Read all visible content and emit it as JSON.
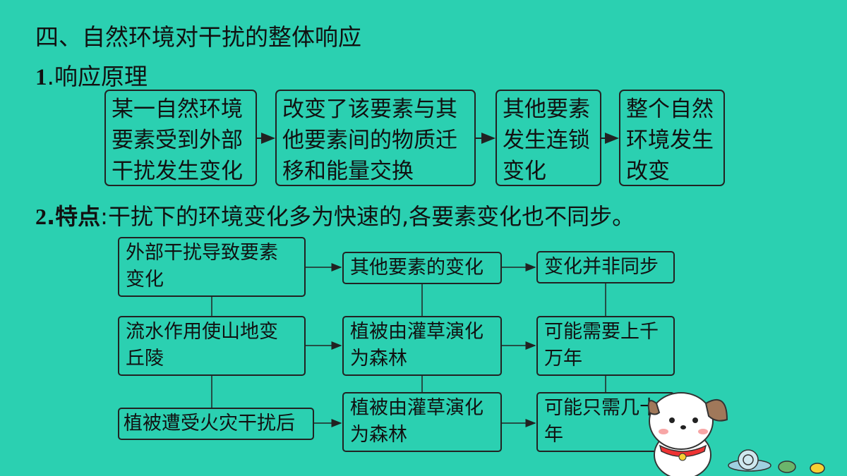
{
  "title": "四、自然环境对干扰的整体响应",
  "section1": {
    "num": "1",
    "label": ".响应原理"
  },
  "chain": [
    {
      "lines": [
        "某一自然环境",
        "要素受到外部",
        "干扰发生变化"
      ]
    },
    {
      "lines": [
        "改变了该要素与其",
        "他要素间的物质迁",
        "移和能量交换"
      ]
    },
    {
      "lines": [
        "其他要素",
        "发生连锁",
        "变化"
      ]
    },
    {
      "lines": [
        "整个自然",
        "环境发生",
        "改变"
      ]
    }
  ],
  "section2": {
    "num": "2",
    "label": ".特点",
    "text": ":干扰下的环境变化多为快速的,各要素变化也不同步。"
  },
  "flow": {
    "col1": [
      {
        "lines": [
          "外部干扰导致要素",
          "变化"
        ]
      },
      {
        "lines": [
          "流水作用使山地变",
          "丘陵"
        ]
      },
      {
        "lines": [
          "植被遭受火灾干扰后"
        ]
      }
    ],
    "col2": [
      {
        "lines": [
          "其他要素的变化"
        ]
      },
      {
        "lines": [
          "植被由灌草演化",
          "为森林"
        ]
      },
      {
        "lines": [
          "植被由灌草演化",
          "为森林"
        ]
      }
    ],
    "col3": [
      {
        "lines": [
          "变化并非同步"
        ]
      },
      {
        "lines": [
          "可能需要上千",
          "万年"
        ]
      },
      {
        "lines": [
          "可能只需几十",
          "年"
        ]
      }
    ]
  },
  "colors": {
    "background": "#2bd0b1",
    "border": "#222222",
    "text": "#111111"
  }
}
